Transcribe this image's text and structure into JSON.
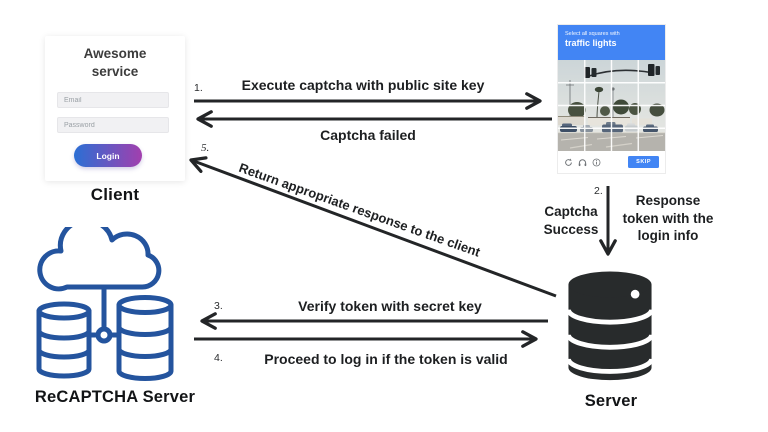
{
  "client": {
    "app_title": "Awesome service",
    "email_placeholder": "Email",
    "password_placeholder": "Password",
    "login_button": "Login",
    "label": "Client"
  },
  "captcha": {
    "instruction_line1": "Select all squares with",
    "instruction_line2": "traffic lights",
    "skip_button": "SKIP",
    "footer_icons": [
      "refresh-icon",
      "headphones-icon",
      "info-icon"
    ]
  },
  "flows": {
    "step1": {
      "number": "1.",
      "label": "Execute captcha with public site key"
    },
    "captcha_failed": {
      "label": "Captcha failed"
    },
    "step2": {
      "number": "2.",
      "left_label": "Captcha Success",
      "right_label": "Response token with the login info"
    },
    "step3": {
      "number": "3.",
      "label": "Verify token with secret key"
    },
    "step4": {
      "number": "4.",
      "label": "Proceed to log in if the token is valid"
    },
    "step5": {
      "number": "5.",
      "label": "Return appropriate response to the client"
    }
  },
  "entities": {
    "server_label": "Server",
    "recaptcha_server_label": "ReCAPTCHA Server"
  },
  "colors": {
    "arrow": "#232527",
    "text": "#1d1f21",
    "captcha_blue": "#4285f4",
    "recaptcha_icon_blue": "#24549e",
    "server_icon_black": "#282b2c",
    "login_gradient_start": "#2b6fd4",
    "login_gradient_end": "#a23fae"
  }
}
